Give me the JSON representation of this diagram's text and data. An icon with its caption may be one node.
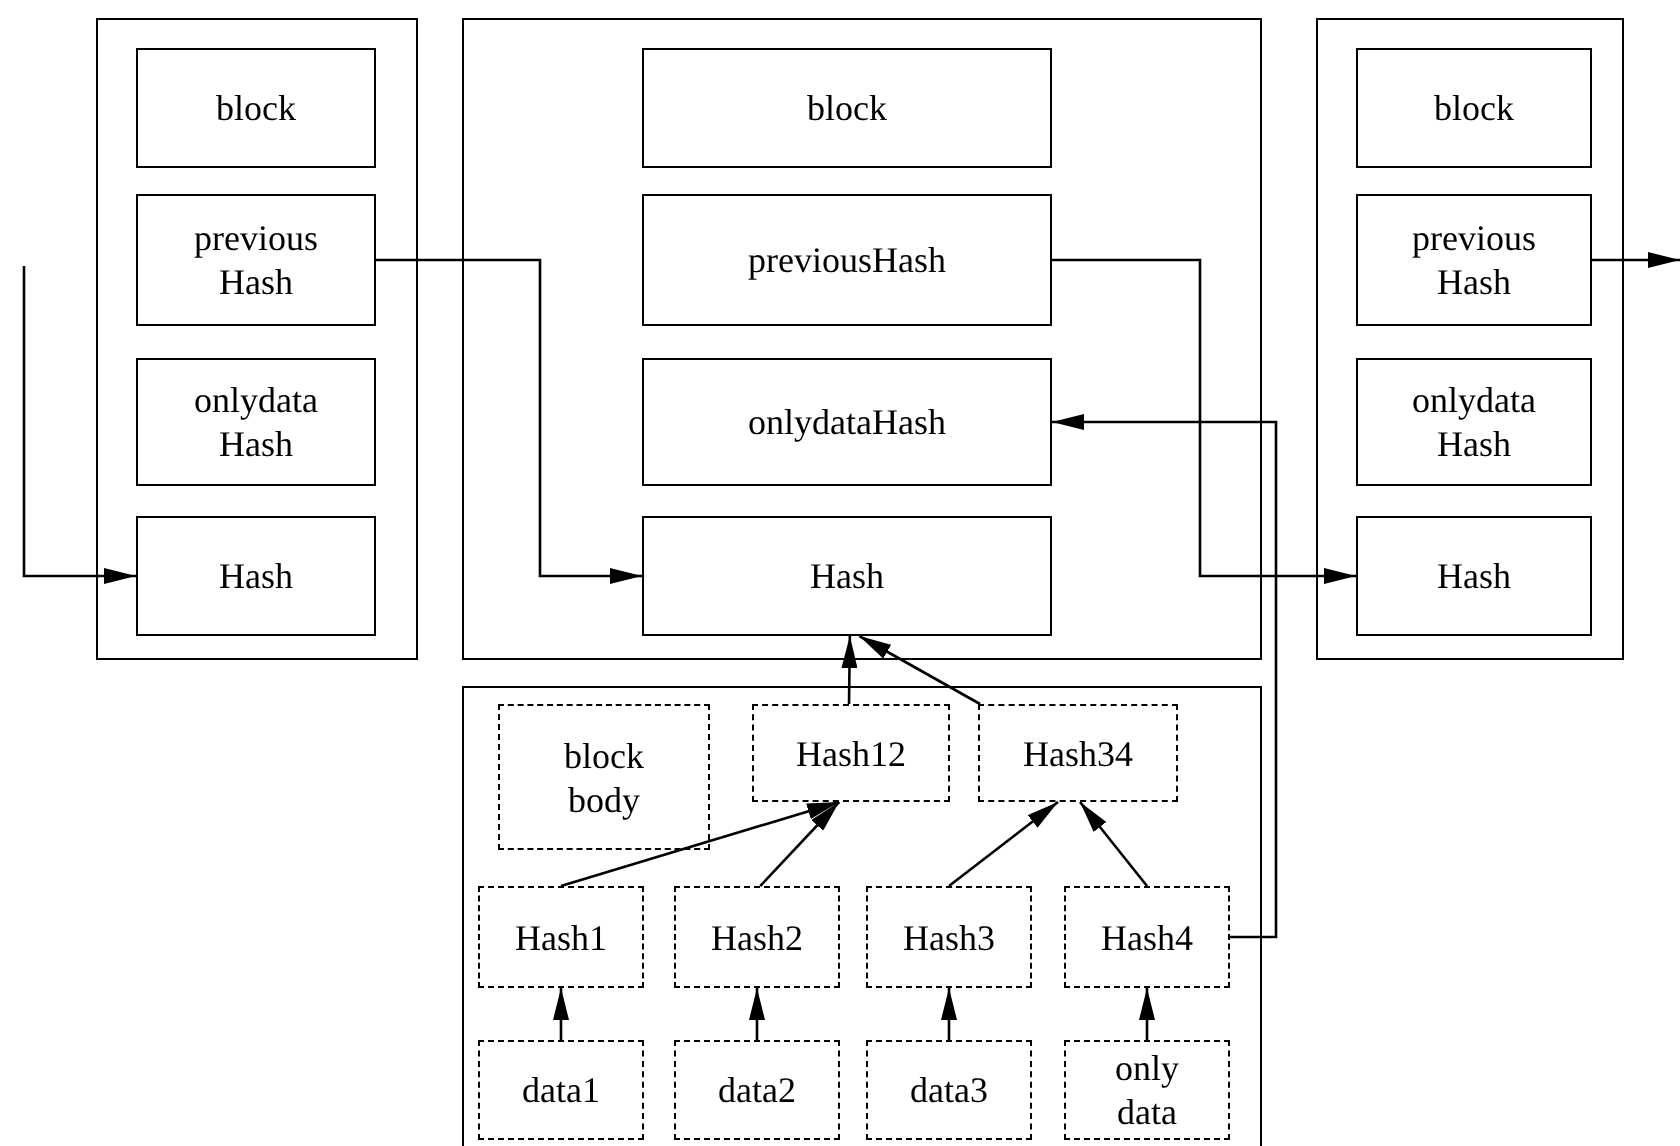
{
  "diagram": {
    "nodes": [
      {
        "text": [],
        "shape": "box"
      },
      {
        "text": [
          "block"
        ],
        "in": 0
      },
      {
        "text": [
          "previous Hash"
        ],
        "in": 0
      },
      {
        "text": [
          "onlydata Hash"
        ],
        "in": 0
      },
      {
        "text": [
          "Hash"
        ],
        "in": 0
      },
      {
        "text": [],
        "shape": "box"
      },
      {
        "text": [
          "block"
        ],
        "in": 5
      },
      {
        "text": [
          "previousHash"
        ],
        "in": 5
      },
      {
        "text": [
          "onlydataHash"
        ],
        "in": 5
      },
      {
        "text": [
          "Hash"
        ],
        "in": 5
      },
      {
        "text": [],
        "shape": "box"
      },
      {
        "text": [
          "block"
        ],
        "in": 10
      },
      {
        "text": [
          "previous Hash"
        ],
        "in": 10
      },
      {
        "text": [
          "onlydata Hash"
        ],
        "in": 10
      },
      {
        "text": [
          "Hash"
        ],
        "in": 10
      },
      {
        "text": [],
        "shape": "box"
      },
      {
        "text": [
          "block body"
        ],
        "in": 15
      },
      {
        "text": [
          "Hash12"
        ],
        "in": 15
      },
      {
        "text": [
          "Hash34"
        ],
        "in": 15
      },
      {
        "text": [
          "Hash1"
        ],
        "in": 15
      },
      {
        "text": [
          "Hash2"
        ],
        "in": 15
      },
      {
        "text": [
          "Hash3"
        ],
        "in": 15
      },
      {
        "text": [
          "Hash4"
        ],
        "in": 15
      },
      {
        "text": [
          "data1"
        ],
        "in": 15
      },
      {
        "text": [
          "data2"
        ],
        "in": 15
      },
      {
        "text": [
          "data3"
        ],
        "in": 15
      },
      {
        "text": [
          "only data"
        ],
        "in": 15
      }
    ],
    "edges": [
      {
        "from": null,
        "to": 4,
        "arrow": "to"
      },
      {
        "from": 2,
        "to": 9,
        "arrow": "to"
      },
      {
        "from": 7,
        "to": 14,
        "arrow": "to"
      },
      {
        "from": 12,
        "to": null,
        "arrow": "to"
      },
      {
        "from": 22,
        "to": 8,
        "arrow": "to"
      },
      {
        "from": 17,
        "to": 9,
        "arrow": "to"
      },
      {
        "from": 18,
        "to": 9,
        "arrow": "to"
      },
      {
        "from": 19,
        "to": 17,
        "arrow": "to"
      },
      {
        "from": 20,
        "to": 17,
        "arrow": "to"
      },
      {
        "from": 21,
        "to": 18,
        "arrow": "to"
      },
      {
        "from": 22,
        "to": 18,
        "arrow": "to"
      },
      {
        "from": 23,
        "to": 19,
        "arrow": "to"
      },
      {
        "from": 24,
        "to": 20,
        "arrow": "to"
      },
      {
        "from": 25,
        "to": 21,
        "arrow": "to"
      },
      {
        "from": 26,
        "to": 22,
        "arrow": "to"
      }
    ]
  }
}
